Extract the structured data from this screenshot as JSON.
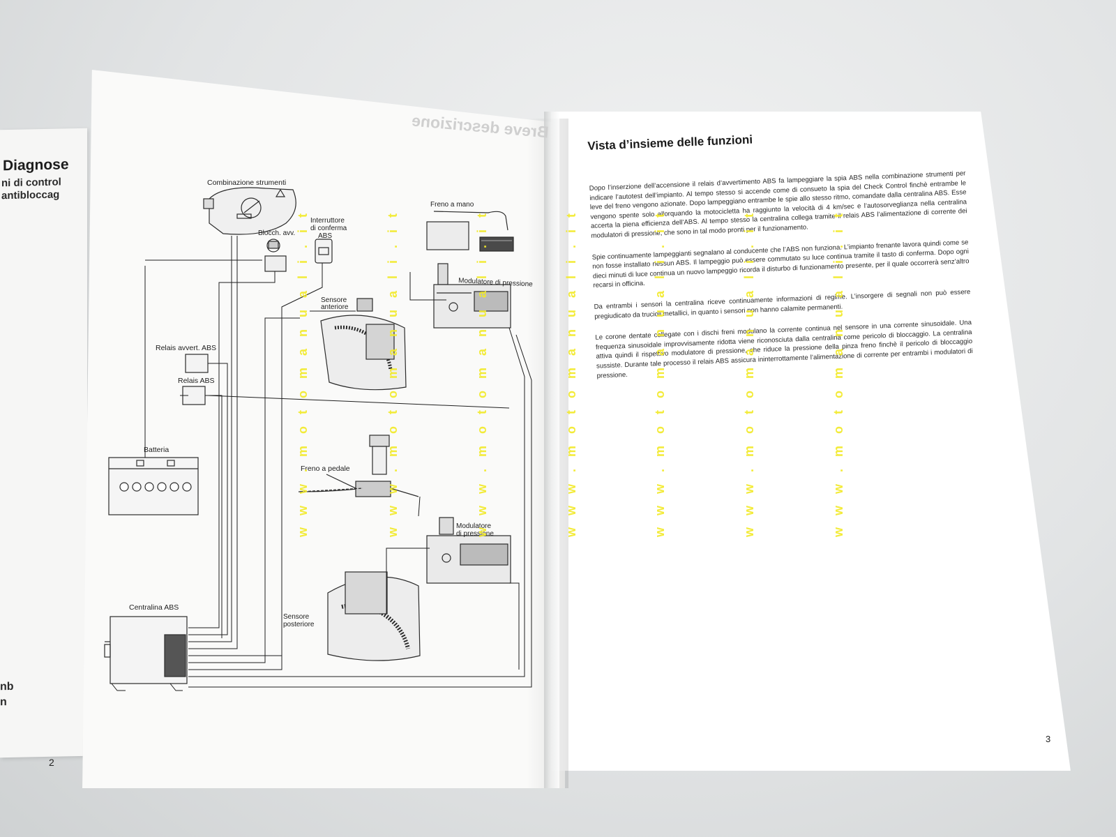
{
  "left_booklet": {
    "title": "Diagnose",
    "line1": "ni di control",
    "line2": "antibloccag",
    "line3": "nb",
    "line4": "n"
  },
  "left_page": {
    "mirrored_heading": "Breve descrizione",
    "page_number": "2",
    "diagram_labels": {
      "instrument_cluster": "Combinazione strumenti",
      "ignition_lock": "Blocch. avv.",
      "confirm_switch_line1": "Interruttore",
      "confirm_switch_line2": "di conferma",
      "confirm_switch_line3": "ABS",
      "hand_brake": "Freno a mano",
      "pressure_modulator_front": "Modulatore di pressione",
      "front_sensor_line1": "Sensore",
      "front_sensor_line2": "anteriore",
      "warning_relay": "Relais avvert. ABS",
      "abs_relay": "Relais ABS",
      "battery": "Batteria",
      "foot_brake": "Freno a pedale",
      "pressure_modulator_rear_line1": "Modulatore",
      "pressure_modulator_rear_line2": "di pressione",
      "rear_sensor_line1": "Sensore",
      "rear_sensor_line2": "posteriore",
      "abs_control_unit": "Centralina ABS"
    }
  },
  "right_page": {
    "heading": "Vista d’insieme delle funzioni",
    "page_number": "3",
    "paragraphs": [
      "Dopo l’inserzione dell’accensione il relais d’avvertimento ABS fa lampeggiare la spia ABS nella combinazione strumenti per indicare l’autotest dell’impianto. Al tempo stesso si accende come di consueto la spia del Check Control finchè entrambe le leve del freno vengono azionate. Dopo lampeggiano entrambe le spie allo stesso ritmo, comandate dalla centralina ABS. Esse vengono spente solo allorquando la motocicletta ha raggiunto la velocità di 4 km/sec e l’autosorveglianza nella centralina accerta la piena efficienza dell’ABS. Al tempo stesso la centralina collega tramite il relais ABS l’alimentazione di corrente dei modulatori di pressione, che sono in tal modo pronti per il funzionamento.",
      "Spie continuamente lampeggianti segnalano al conducente che l’ABS non funziona. L’impianto frenante lavora quindi come se non fosse installato nessun ABS. Il lampeggio può essere commutato su luce continua tramite il tasto di conferma. Dopo ogni dieci minuti di luce continua un nuovo lampeggio ricorda il disturbo di funzionamento presente, per il quale occorrerà senz’altro recarsi in officina.",
      "Da entrambi i sensori la centralina riceve continuamente informazioni di regime. L’insorgere di segnali non può essere pregiudicato da trucioli metallici, in quanto i sensori non hanno calamite permanenti.",
      "Le corone dentate collegate con i dischi freni modulano la corrente continua nel sensore in una corrente sinusoidale. Una frequenza sinusoidale improvvisamente ridotta viene riconosciuta dalla centralina come pericolo di bloccaggio. La centralina attiva quindi il rispettivo modulatore di pressione, che riduce la pressione della pinza freno finchè il pericolo di bloccaggio sussiste. Durante tale processo il relais ABS assicura ininterrottamente l’alimentazione di corrente per entrambi i modulatori di pressione."
    ]
  },
  "watermark": {
    "text": "w w w . m o t o m a n u a l i . i t",
    "color": "#f2ea2a"
  }
}
